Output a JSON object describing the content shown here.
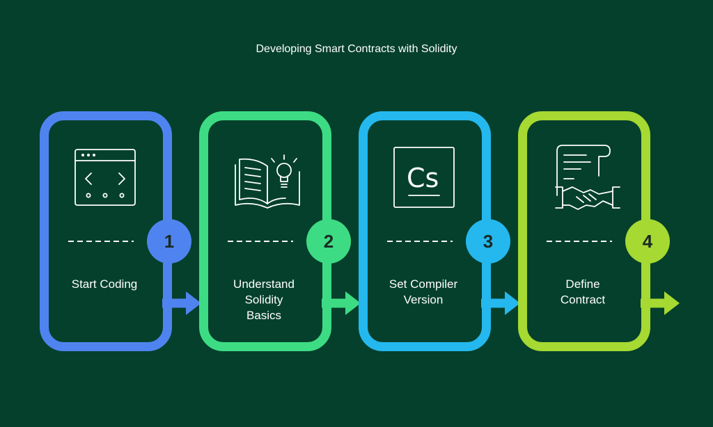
{
  "title": "Developing Smart Contracts with Solidity",
  "steps": [
    {
      "number": "1",
      "label_lines": [
        "Start Coding"
      ],
      "color": "#4f84f0",
      "icon": "code-window-icon"
    },
    {
      "number": "2",
      "label_lines": [
        "Understand",
        "Solidity",
        "Basics"
      ],
      "color": "#3ddc84",
      "icon": "book-lightbulb-icon"
    },
    {
      "number": "3",
      "label_lines": [
        "Set Compiler",
        "Version"
      ],
      "color": "#25b8ee",
      "icon": "compiler-cs-icon"
    },
    {
      "number": "4",
      "label_lines": [
        "Define",
        "Contract"
      ],
      "color": "#a6d932",
      "icon": "contract-handshake-icon"
    }
  ],
  "colors": {
    "background": "#05402c",
    "line_art": "#ffffff",
    "number_text": "#1a2a22"
  }
}
